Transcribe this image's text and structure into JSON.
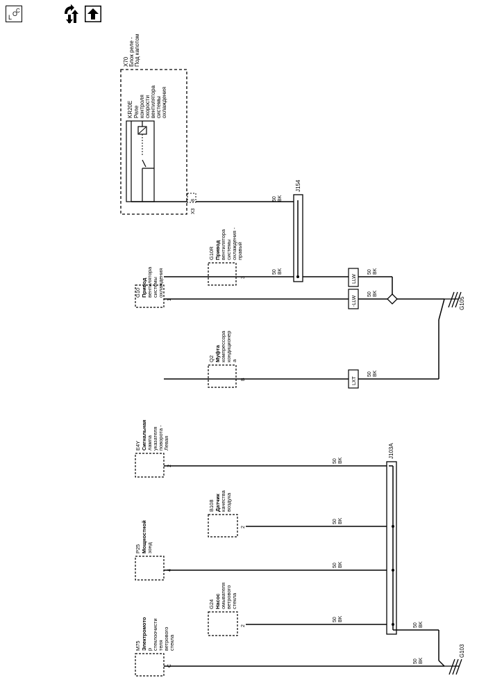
{
  "toolbar": {
    "loc_label": "LOC",
    "loc_icon": "location-icon",
    "nav_icon": "navigate-up-down-icon",
    "up_icon": "arrow-up-icon"
  },
  "relay_block": {
    "ref": "X70",
    "name_lines": [
      "Блок реле -",
      "Под капотом"
    ],
    "relay_ref": "KR20E",
    "relay_lines": [
      "Реле",
      "контроля",
      "скорости",
      "вентилятора",
      "системы",
      "охлаждения"
    ],
    "connector": "X3",
    "pin": "8"
  },
  "splices": {
    "top": "J154",
    "bottom": "J103A"
  },
  "grounds": {
    "top": "G105",
    "bottom": "G103"
  },
  "wire": {
    "gauge": "50",
    "color": "BK"
  },
  "components": {
    "g10r": {
      "ref": "G10R",
      "lines": [
        "Привод",
        "вентилятора",
        "системы",
        "охлаждения -",
        "правый"
      ],
      "pin": "3"
    },
    "g10": {
      "ref": "G10",
      "lines": [
        "Привод",
        "вентилятора",
        "системы",
        "охлаждения"
      ],
      "pin": "1"
    },
    "q2": {
      "ref": "Q2",
      "lines": [
        "Муфта",
        "компрессора",
        "кондиционер",
        "а"
      ],
      "pin": "B"
    },
    "e4y": {
      "ref": "E4Y",
      "lines": [
        "Сигнальная",
        "лампа",
        "указателя",
        "поворота -",
        "Левая"
      ],
      "pin": "2"
    },
    "b108": {
      "ref": "B108",
      "lines": [
        "Датчик",
        "качества",
        "воздуха"
      ],
      "pin": "2"
    },
    "p25": {
      "ref": "P25",
      "lines": [
        "Мощностной",
        "зонд"
      ],
      "pin": "4"
    },
    "g24": {
      "ref": "G24",
      "lines": [
        "Насос",
        "омывателя",
        "ветрового",
        "стекла"
      ],
      "pin": "2"
    },
    "m75": {
      "ref": "M75",
      "lines": [
        "Электромото",
        "р",
        "стеклоочисти",
        "теля",
        "ветрового",
        "стекла"
      ],
      "pin": "C"
    }
  },
  "boxes": {
    "llw": "LLW",
    "llw2": "-LLW",
    "lxt": "LXT"
  }
}
